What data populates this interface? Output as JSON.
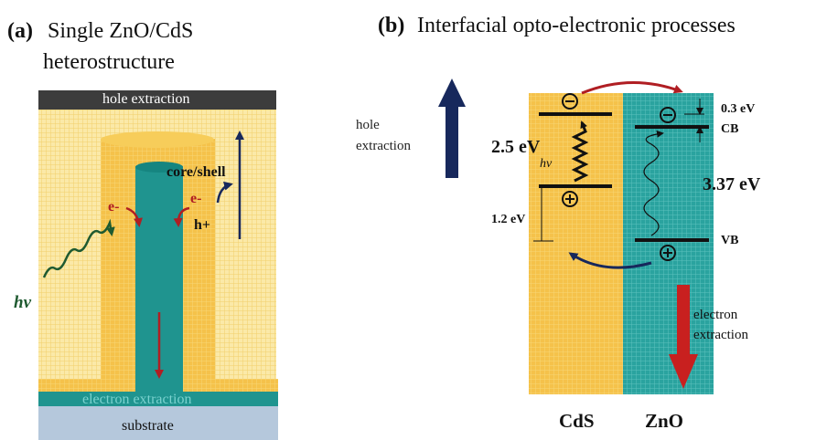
{
  "panel_a": {
    "label": "(a)",
    "title_line1": "Single ZnO/CdS",
    "title_line2": "heterostructure",
    "hole_extraction": "hole extraction",
    "core_shell": "core/shell",
    "e_left": "e-",
    "e_right": "e-",
    "h_plus": "h+",
    "hv": "hν",
    "electron_extraction": "electron extraction",
    "substrate": "substrate"
  },
  "panel_b": {
    "label": "(b)",
    "title": "Interfacial opto-electronic processes",
    "hole_extraction_line1": "hole",
    "hole_extraction_line2": "extraction",
    "cds_gap": "2.5 eV",
    "cds_hv": "hν",
    "offset_vb": "1.2 eV",
    "offset_cb": "0.3 eV",
    "cb": "CB",
    "zno_gap": "3.37 eV",
    "vb": "VB",
    "electron_extraction_line1": "electron",
    "electron_extraction_line2": "extraction",
    "cds_label": "CdS",
    "zno_label": "ZnO"
  },
  "colors": {
    "cds_yellow": "#f5c24a",
    "zno_teal": "#2aa39f",
    "core_teal": "#1f948f",
    "hole_bar": "#3c3c3c",
    "substrate": "#b5c8dc",
    "arrow_red": "#b01e23",
    "arrow_navy": "#17285c",
    "photon_green": "#1f5a30"
  }
}
